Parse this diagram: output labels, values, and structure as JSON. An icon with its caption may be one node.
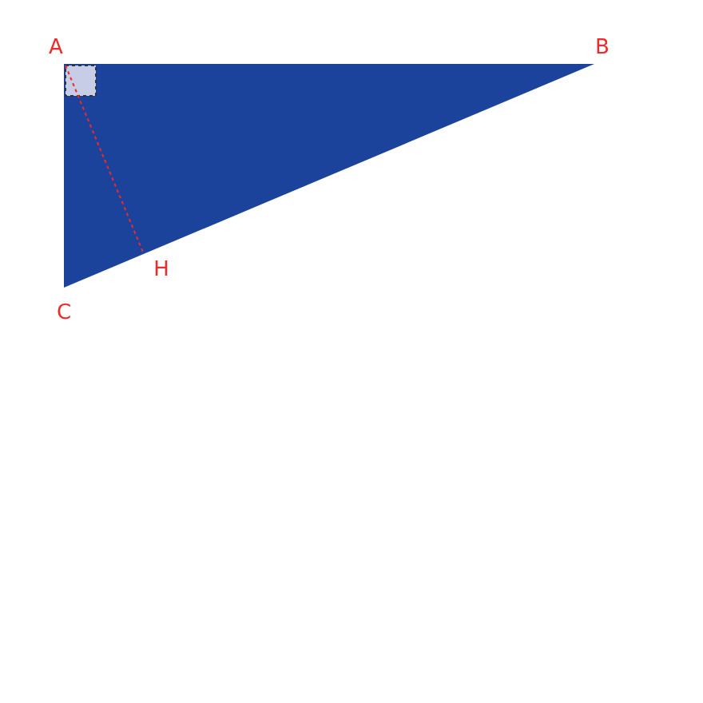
{
  "diagram": {
    "labels": [
      "A",
      "B",
      "C",
      "H"
    ]
  }
}
